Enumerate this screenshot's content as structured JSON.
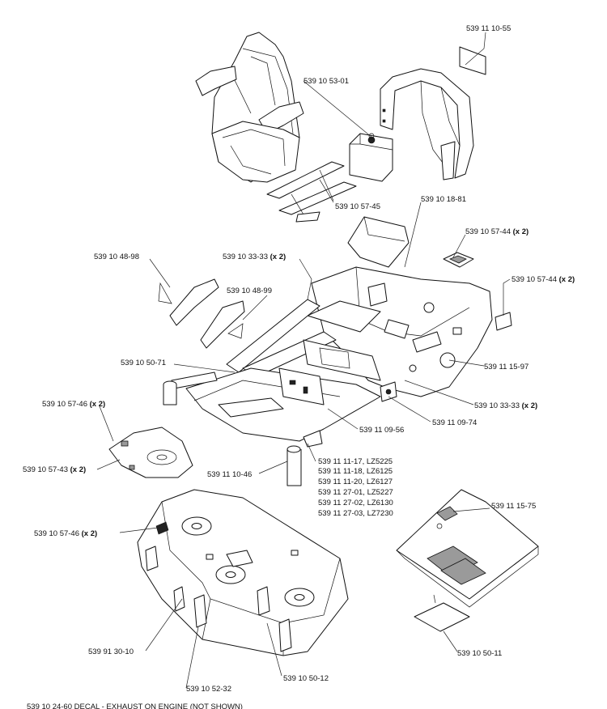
{
  "labels": {
    "l1": {
      "part": "539 11 10-55",
      "qty": ""
    },
    "l2": {
      "part": "539 10 53-01",
      "qty": ""
    },
    "l3": {
      "part": "539 10 57-45",
      "qty": ""
    },
    "l4": {
      "part": "539 10 18-81",
      "qty": ""
    },
    "l5": {
      "part": "539 10 57-44",
      "qty": "(x 2)"
    },
    "l6": {
      "part": "539 10 48-98",
      "qty": ""
    },
    "l7": {
      "part": "539 10 33-33",
      "qty": "(x 2)"
    },
    "l8": {
      "part": "539 10 57-44",
      "qty": "(x 2)"
    },
    "l9": {
      "part": "539 10 48-99",
      "qty": ""
    },
    "l10": {
      "part": "539 10 50-71",
      "qty": ""
    },
    "l11": {
      "part": "539 11 15-97",
      "qty": ""
    },
    "l12": {
      "part": "539 10 57-46",
      "qty": "(x 2)"
    },
    "l13": {
      "part": "539 10 33-33",
      "qty": "(x 2)"
    },
    "l14": {
      "part": "539 11 09-56",
      "qty": ""
    },
    "l15": {
      "part": "539 11 09-74",
      "qty": ""
    },
    "l16": {
      "part": "539 10 57-43",
      "qty": "(x 2)"
    },
    "l17": {
      "part": "539 11 10-46",
      "qty": ""
    },
    "l19": {
      "part": "539 11 15-75",
      "qty": ""
    },
    "l20": {
      "part": "539 10 57-46",
      "qty": "(x 2)"
    },
    "l21": {
      "part": "539 91 30-10",
      "qty": ""
    },
    "l22": {
      "part": "539 10 50-11",
      "qty": ""
    },
    "l23": {
      "part": "539 10 50-12",
      "qty": ""
    },
    "l24": {
      "part": "539 10 52-32",
      "qty": ""
    }
  },
  "deck_list": [
    "539 11 11-17, LZ5225",
    "539 11 11-18, LZ6125",
    "539 11 11-20, LZ6127",
    "539 11 27-01, LZ5227",
    "539 11 27-02, LZ6130",
    "539 11 27-03, LZ7230"
  ],
  "footnote": "539 10 24-60 DECAL - EXHAUST ON ENGINE (NOT SHOWN)"
}
